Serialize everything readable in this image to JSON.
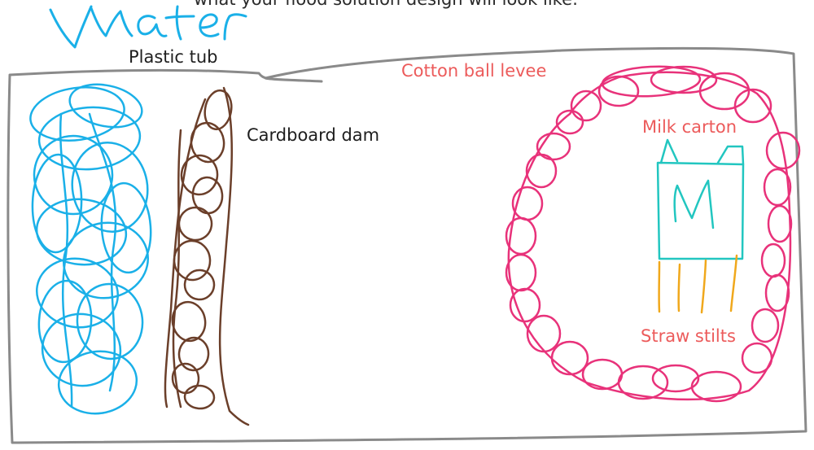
{
  "header_text": "what your flood solution design will look like:",
  "handwritten_label": "water",
  "labels": {
    "plastic_tub": "Plastic tub",
    "cardboard_dam": "Cardboard dam",
    "cotton_ball_levee": "Cotton ball levee",
    "milk_carton": "Milk carton",
    "milk_carton_letter": "M",
    "straw_stilts": "Straw stilts"
  },
  "colors": {
    "tub_outline": "#8a8a8a",
    "water": "#1ab0e8",
    "dam": "#6b3f2a",
    "levee": "#e8327a",
    "carton": "#22c6c0",
    "stilts": "#f0a81c",
    "label_dark": "#1e1e1e",
    "label_salmon": "#ec5b5b"
  }
}
